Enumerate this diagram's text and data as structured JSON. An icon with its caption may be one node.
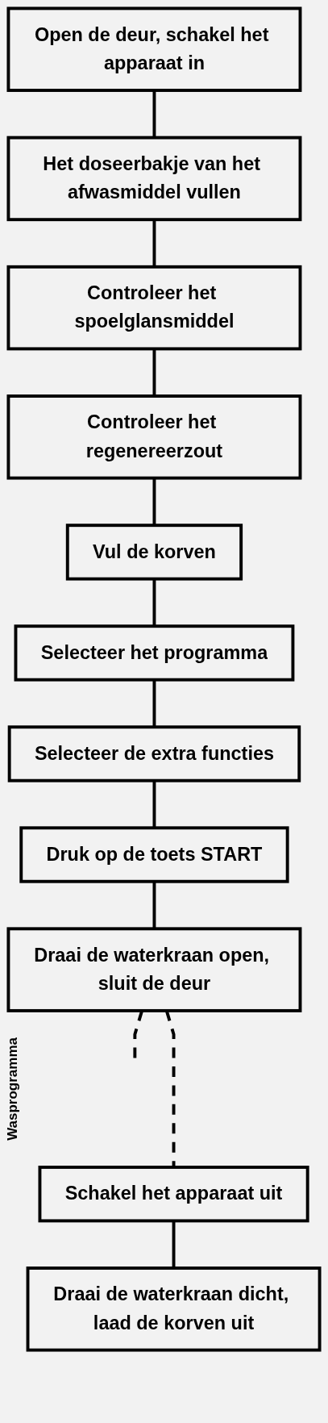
{
  "diagram": {
    "nodes": [
      {
        "text": [
          "Open de deur, schakel het apparaat in"
        ]
      },
      {
        "text": [
          "Het doseerbakje van het afwasmiddel vullen"
        ]
      },
      {
        "text": [
          "Controleer het spoelglansmiddel"
        ]
      },
      {
        "text": [
          "Controleer het regenereerzout"
        ]
      },
      {
        "text": [
          "Vul de korven"
        ]
      },
      {
        "text": [
          "Selecteer het programma"
        ]
      },
      {
        "text": [
          "Selecteer de extra functies"
        ]
      },
      {
        "text": [
          "Druk op de toets START"
        ]
      },
      {
        "text": [
          "Draai de waterkraan open, sluit de deur"
        ]
      },
      {
        "text": [
          "Schakel het apparaat uit"
        ]
      },
      {
        "text": [
          "Draai de waterkraan dicht, laad de korven uit"
        ]
      }
    ],
    "edges": [
      {
        "from": 0,
        "to": 1,
        "arrow": "none"
      },
      {
        "from": 1,
        "to": 2,
        "arrow": "none"
      },
      {
        "from": 2,
        "to": 3,
        "arrow": "none"
      },
      {
        "from": 3,
        "to": 4,
        "arrow": "none"
      },
      {
        "from": 4,
        "to": 5,
        "arrow": "none"
      },
      {
        "from": 5,
        "to": 6,
        "arrow": "none"
      },
      {
        "from": 6,
        "to": 7,
        "arrow": "none"
      },
      {
        "from": 7,
        "to": 8,
        "arrow": "none"
      },
      {
        "from": 8,
        "to": 9,
        "arrow": "none",
        "style": "dashed"
      },
      {
        "from": 8,
        "to": null,
        "arrow": "none",
        "style": "dashed"
      },
      {
        "from": 9,
        "to": 10,
        "arrow": "none"
      }
    ],
    "labels": [
      "Wasprogramma"
    ]
  }
}
